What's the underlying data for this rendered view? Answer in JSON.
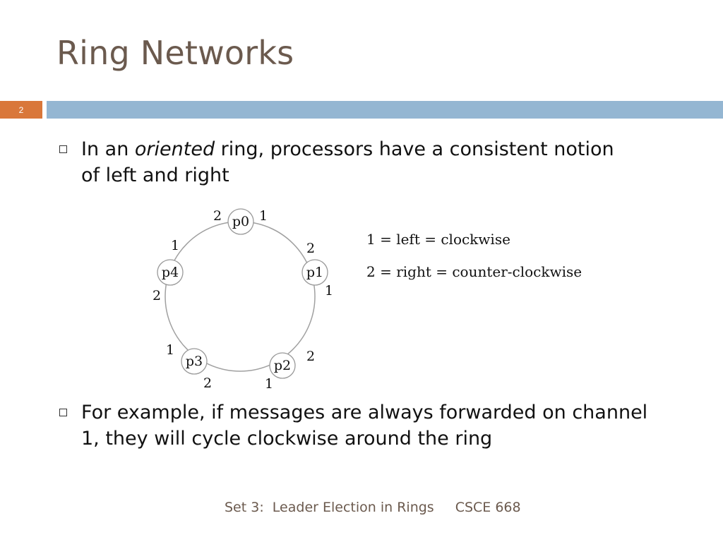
{
  "title": "Ring Networks",
  "slide_number": "2",
  "bullets": [
    {
      "before": "In an ",
      "emphasis": "oriented",
      "after": " ring, processors have a consistent notion of left and right"
    },
    {
      "text": "For example, if messages are always forwarded on channel 1, they will cycle clockwise around the ring"
    }
  ],
  "diagram": {
    "nodes": [
      {
        "label": "p0",
        "left_port": "2",
        "right_port": "1"
      },
      {
        "label": "p1",
        "top_port": "2",
        "bottom_port": "1"
      },
      {
        "label": "p2",
        "top_port": "2",
        "bottom_port": "1"
      },
      {
        "label": "p3",
        "top_port": "1",
        "bottom_port": "2"
      },
      {
        "label": "p4",
        "top_port": "1",
        "bottom_port": "2"
      }
    ]
  },
  "legend": {
    "line1": "1 = left = clockwise",
    "line2": "2 = right = counter-clockwise"
  },
  "footer": {
    "set": "Set 3:  Leader Election in Rings",
    "course": "CSCE 668"
  },
  "colors": {
    "title": "#6b5a4e",
    "accent": "#d9773a",
    "bar": "#94b6d2"
  }
}
